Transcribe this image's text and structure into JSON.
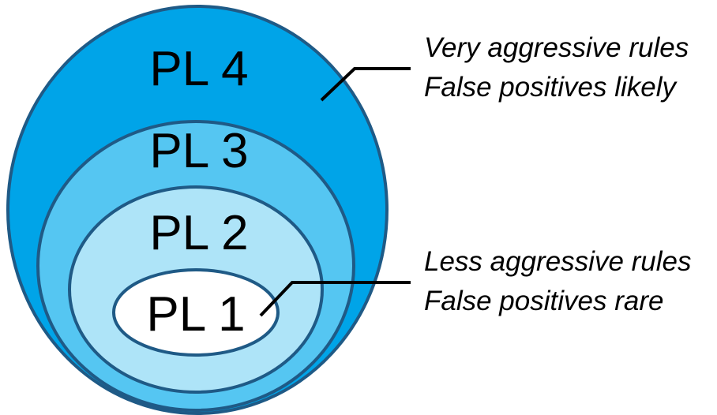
{
  "diagram": {
    "levels": [
      {
        "label": "PL 4",
        "fill": "#00a4e8",
        "stroke": "#1f5a86"
      },
      {
        "label": "PL 3",
        "fill": "#55c6f2",
        "stroke": "#1f5a86"
      },
      {
        "label": "PL 2",
        "fill": "#aee4f8",
        "stroke": "#1f5a86"
      },
      {
        "label": "PL 1",
        "fill": "#ffffff",
        "stroke": "#1f5a86"
      }
    ],
    "annotations": {
      "top": {
        "line1": "Very aggressive rules",
        "line2": "False positives likely"
      },
      "bottom": {
        "line1": "Less aggressive rules",
        "line2": "False positives rare"
      }
    }
  }
}
